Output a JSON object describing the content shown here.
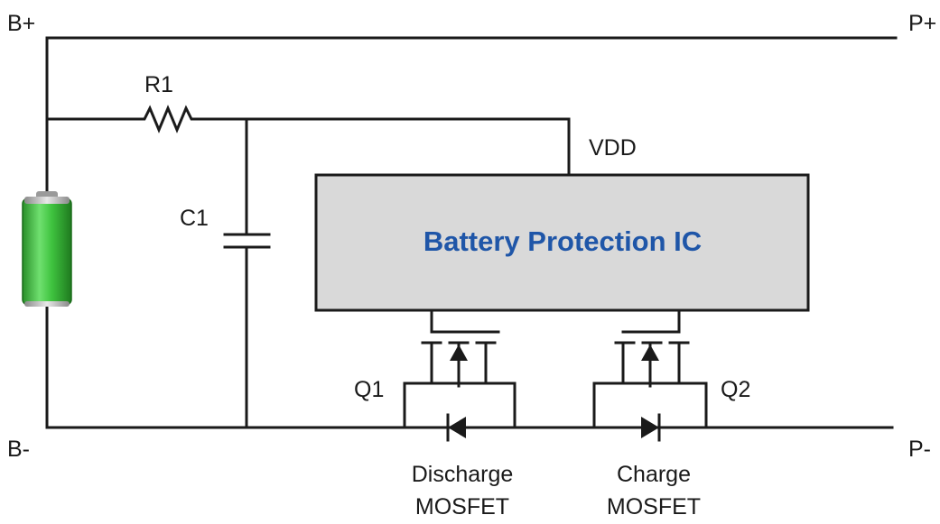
{
  "terminals": {
    "b_plus": "B+",
    "b_minus": "B-",
    "p_plus": "P+",
    "p_minus": "P-"
  },
  "components": {
    "resistor": "R1",
    "capacitor": "C1",
    "vdd": "VDD",
    "ic": "Battery Protection IC",
    "q1": "Q1",
    "q2": "Q2"
  },
  "mosfets": {
    "discharge_line1": "Discharge",
    "discharge_line2": "MOSFET",
    "charge_line1": "Charge",
    "charge_line2": "MOSFET"
  },
  "colors": {
    "battery": "#3fc33f",
    "ic_fill": "#d9d9d9",
    "ic_title": "#1f56a8",
    "wire": "#1a1a1a"
  }
}
